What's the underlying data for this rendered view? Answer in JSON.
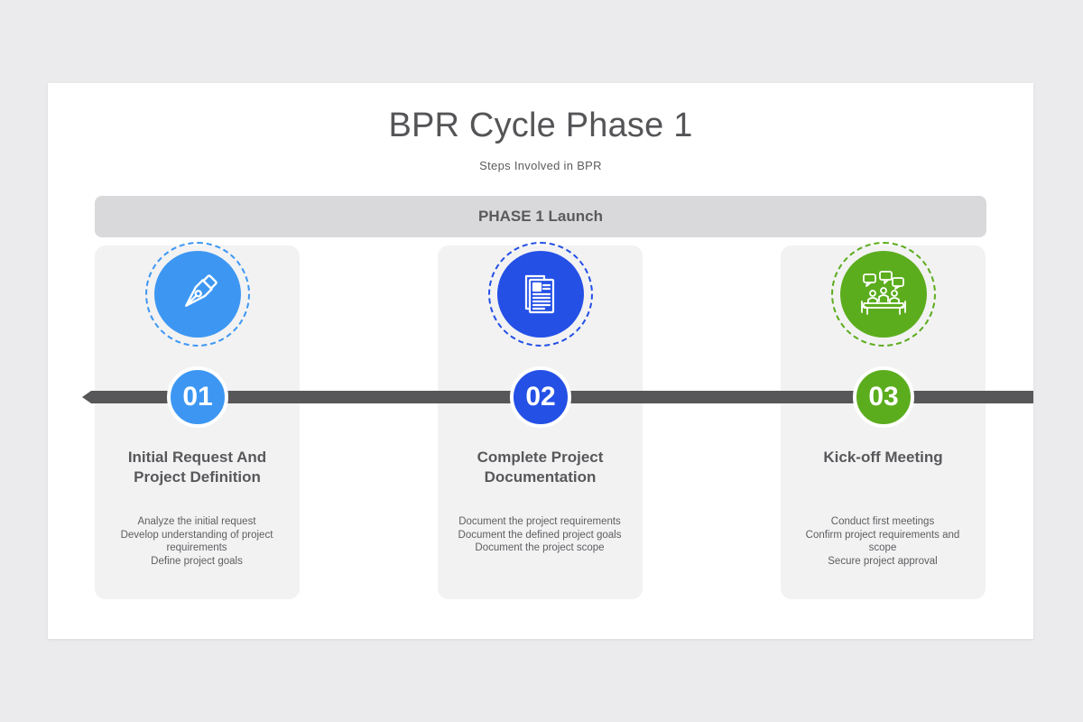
{
  "title": "BPR Cycle Phase 1",
  "subtitle": "Steps Involved in BPR",
  "banner": "PHASE 1 Launch",
  "colors": {
    "step1": "#3d97f2",
    "step2": "#2450e6",
    "step3": "#5cad1e",
    "timeline": "#575759"
  },
  "steps": [
    {
      "number": "01",
      "icon": "fountain-pen-icon",
      "title_lines": [
        "Initial Request And",
        "Project Definition"
      ],
      "desc_lines": [
        "Analyze the initial request",
        "Develop understanding of project",
        "requirements",
        "Define project goals"
      ]
    },
    {
      "number": "02",
      "icon": "document-icon",
      "title_lines": [
        "Complete Project",
        "Documentation"
      ],
      "desc_lines": [
        "Document the project requirements",
        "Document the defined project goals",
        "Document the project scope"
      ]
    },
    {
      "number": "03",
      "icon": "meeting-icon",
      "title_lines": [
        "Kick-off Meeting"
      ],
      "desc_lines": [
        "Conduct first meetings",
        "Confirm project requirements and",
        "scope",
        "Secure project approval"
      ]
    }
  ]
}
